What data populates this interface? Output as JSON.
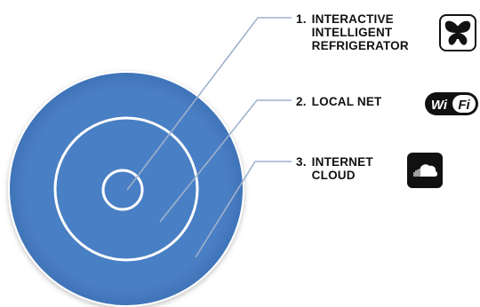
{
  "colors": {
    "outer_ring": "#4a7fc4",
    "ring_stroke": "#ffffff",
    "leader_line": "#9fb2cc",
    "label_text": "#111111",
    "icon_dark": "#111111"
  },
  "layers": [
    {
      "number": "1.",
      "lines": [
        "INTERACTIVE",
        "INTELLIGENT",
        "REFRIGERATOR"
      ],
      "icon": "butterfly-icon"
    },
    {
      "number": "2.",
      "lines": [
        "LOCAL NET"
      ],
      "icon": "wifi-icon",
      "icon_text": {
        "left": "Wi",
        "right": "Fi"
      }
    },
    {
      "number": "3.",
      "lines": [
        "INTERNET",
        "CLOUD"
      ],
      "icon": "cloud-icon"
    }
  ]
}
